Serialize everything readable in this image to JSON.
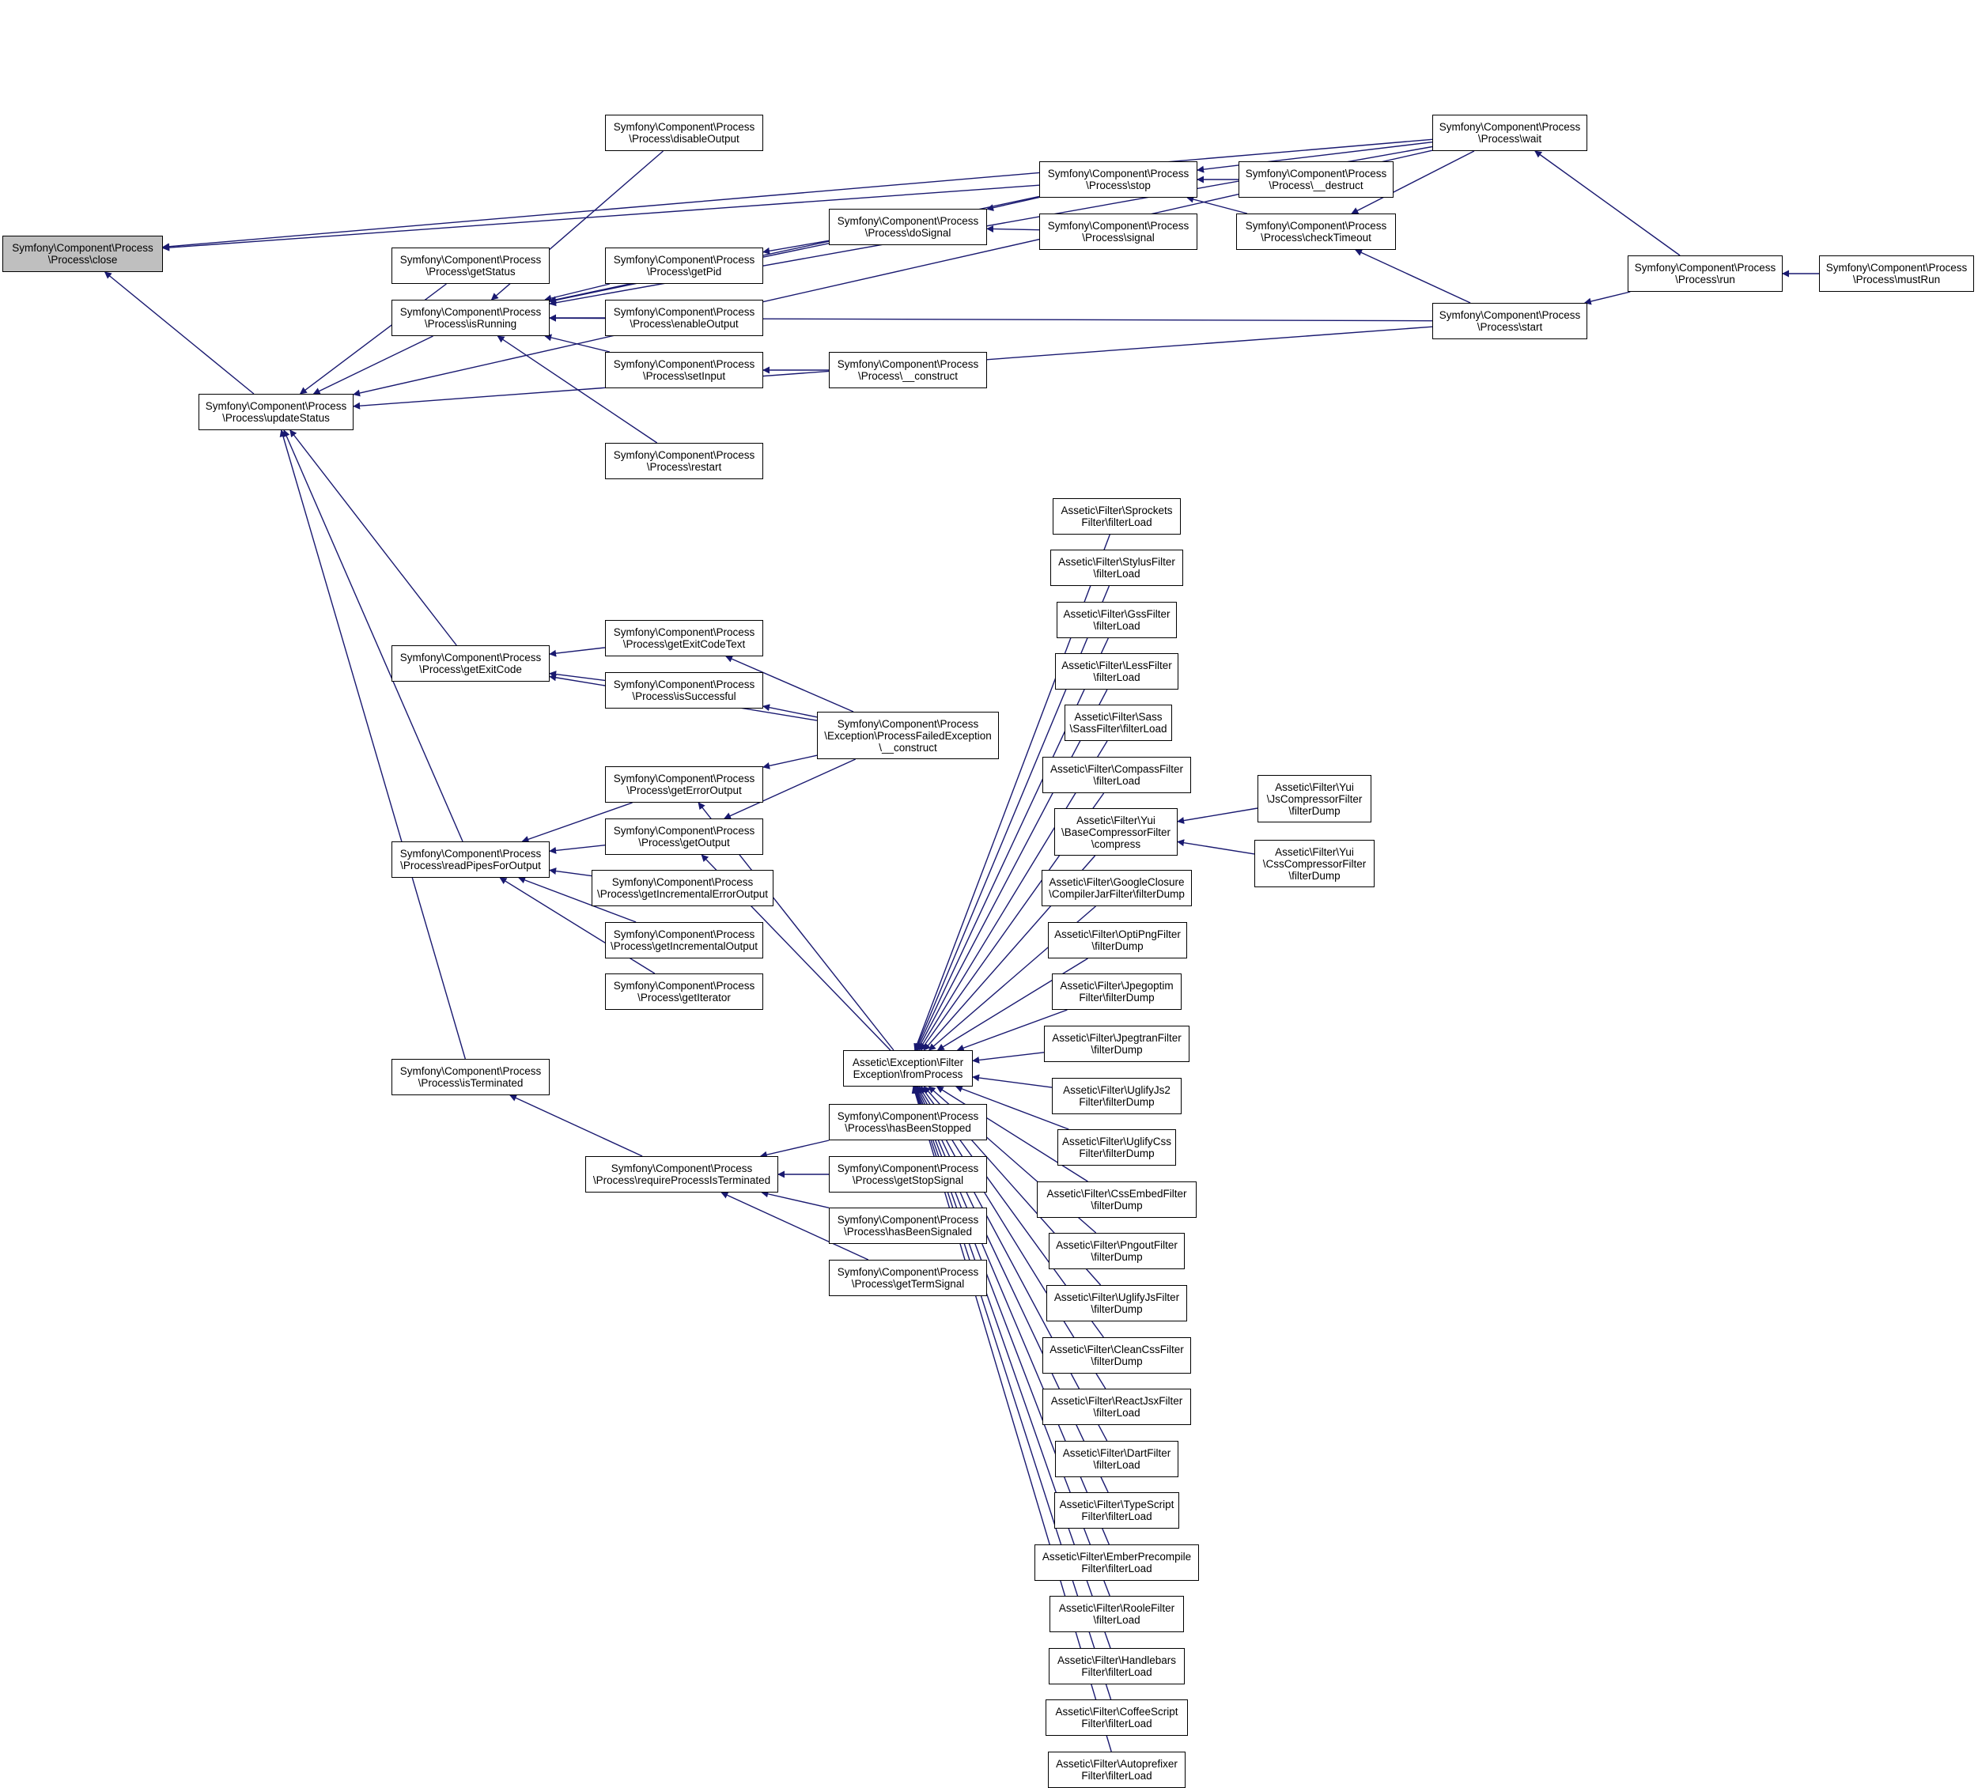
{
  "diagram": {
    "edge_color": "#191970",
    "root_fill": "#bfbfbf",
    "nodes": [
      {
        "id": "close",
        "lines": [
          "Symfony\\Component\\Process",
          "\\Process\\close"
        ]
      },
      {
        "id": "updateStatus",
        "lines": [
          "Symfony\\Component\\Process",
          "\\Process\\updateStatus"
        ]
      },
      {
        "id": "getStatus",
        "lines": [
          "Symfony\\Component\\Process",
          "\\Process\\getStatus"
        ]
      },
      {
        "id": "isRunning",
        "lines": [
          "Symfony\\Component\\Process",
          "\\Process\\isRunning"
        ]
      },
      {
        "id": "getExitCode",
        "lines": [
          "Symfony\\Component\\Process",
          "\\Process\\getExitCode"
        ]
      },
      {
        "id": "readPipesForOutput",
        "lines": [
          "Symfony\\Component\\Process",
          "\\Process\\readPipesForOutput"
        ]
      },
      {
        "id": "isTerminated",
        "lines": [
          "Symfony\\Component\\Process",
          "\\Process\\isTerminated"
        ]
      },
      {
        "id": "disableOutput",
        "lines": [
          "Symfony\\Component\\Process",
          "\\Process\\disableOutput"
        ]
      },
      {
        "id": "getPid",
        "lines": [
          "Symfony\\Component\\Process",
          "\\Process\\getPid"
        ]
      },
      {
        "id": "enableOutput",
        "lines": [
          "Symfony\\Component\\Process",
          "\\Process\\enableOutput"
        ]
      },
      {
        "id": "setInput",
        "lines": [
          "Symfony\\Component\\Process",
          "\\Process\\setInput"
        ]
      },
      {
        "id": "restart",
        "lines": [
          "Symfony\\Component\\Process",
          "\\Process\\restart"
        ]
      },
      {
        "id": "getExitCodeText",
        "lines": [
          "Symfony\\Component\\Process",
          "\\Process\\getExitCodeText"
        ]
      },
      {
        "id": "isSuccessful",
        "lines": [
          "Symfony\\Component\\Process",
          "\\Process\\isSuccessful"
        ]
      },
      {
        "id": "getErrorOutput",
        "lines": [
          "Symfony\\Component\\Process",
          "\\Process\\getErrorOutput"
        ]
      },
      {
        "id": "getOutput",
        "lines": [
          "Symfony\\Component\\Process",
          "\\Process\\getOutput"
        ]
      },
      {
        "id": "getIncrementalErrorOutput",
        "lines": [
          "Symfony\\Component\\Process",
          "\\Process\\getIncrementalErrorOutput"
        ]
      },
      {
        "id": "getIncrementalOutput",
        "lines": [
          "Symfony\\Component\\Process",
          "\\Process\\getIncrementalOutput"
        ]
      },
      {
        "id": "getIterator",
        "lines": [
          "Symfony\\Component\\Process",
          "\\Process\\getIterator"
        ]
      },
      {
        "id": "requireProcessIsTerminated",
        "lines": [
          "Symfony\\Component\\Process",
          "\\Process\\requireProcessIsTerminated"
        ]
      },
      {
        "id": "doSignal",
        "lines": [
          "Symfony\\Component\\Process",
          "\\Process\\doSignal"
        ]
      },
      {
        "id": "construct1",
        "lines": [
          "Symfony\\Component\\Process",
          "\\Process\\__construct"
        ]
      },
      {
        "id": "pfeConstruct",
        "lines": [
          "Symfony\\Component\\Process",
          "\\Exception\\ProcessFailedException",
          "\\__construct"
        ]
      },
      {
        "id": "fromProcess",
        "lines": [
          "Assetic\\Exception\\Filter",
          "Exception\\fromProcess"
        ]
      },
      {
        "id": "hasBeenStopped",
        "lines": [
          "Symfony\\Component\\Process",
          "\\Process\\hasBeenStopped"
        ]
      },
      {
        "id": "getStopSignal",
        "lines": [
          "Symfony\\Component\\Process",
          "\\Process\\getStopSignal"
        ]
      },
      {
        "id": "hasBeenSignaled",
        "lines": [
          "Symfony\\Component\\Process",
          "\\Process\\hasBeenSignaled"
        ]
      },
      {
        "id": "getTermSignal",
        "lines": [
          "Symfony\\Component\\Process",
          "\\Process\\getTermSignal"
        ]
      },
      {
        "id": "stop",
        "lines": [
          "Symfony\\Component\\Process",
          "\\Process\\stop"
        ]
      },
      {
        "id": "signal",
        "lines": [
          "Symfony\\Component\\Process",
          "\\Process\\signal"
        ]
      },
      {
        "id": "sprockets",
        "lines": [
          "Assetic\\Filter\\Sprockets",
          "Filter\\filterLoad"
        ]
      },
      {
        "id": "stylus",
        "lines": [
          "Assetic\\Filter\\StylusFilter",
          "\\filterLoad"
        ]
      },
      {
        "id": "gss",
        "lines": [
          "Assetic\\Filter\\GssFilter",
          "\\filterLoad"
        ]
      },
      {
        "id": "less",
        "lines": [
          "Assetic\\Filter\\LessFilter",
          "\\filterLoad"
        ]
      },
      {
        "id": "sass",
        "lines": [
          "Assetic\\Filter\\Sass",
          "\\SassFilter\\filterLoad"
        ]
      },
      {
        "id": "compass",
        "lines": [
          "Assetic\\Filter\\CompassFilter",
          "\\filterLoad"
        ]
      },
      {
        "id": "yuiBase",
        "lines": [
          "Assetic\\Filter\\Yui",
          "\\BaseCompressorFilter",
          "\\compress"
        ]
      },
      {
        "id": "googleClosure",
        "lines": [
          "Assetic\\Filter\\GoogleClosure",
          "\\CompilerJarFilter\\filterDump"
        ]
      },
      {
        "id": "optiPng",
        "lines": [
          "Assetic\\Filter\\OptiPngFilter",
          "\\filterDump"
        ]
      },
      {
        "id": "jpegoptim",
        "lines": [
          "Assetic\\Filter\\Jpegoptim",
          "Filter\\filterDump"
        ]
      },
      {
        "id": "jpegtran",
        "lines": [
          "Assetic\\Filter\\JpegtranFilter",
          "\\filterDump"
        ]
      },
      {
        "id": "uglifyJs2",
        "lines": [
          "Assetic\\Filter\\UglifyJs2",
          "Filter\\filterDump"
        ]
      },
      {
        "id": "uglifyCss",
        "lines": [
          "Assetic\\Filter\\UglifyCss",
          "Filter\\filterDump"
        ]
      },
      {
        "id": "cssEmbed",
        "lines": [
          "Assetic\\Filter\\CssEmbedFilter",
          "\\filterDump"
        ]
      },
      {
        "id": "pngout",
        "lines": [
          "Assetic\\Filter\\PngoutFilter",
          "\\filterDump"
        ]
      },
      {
        "id": "uglifyJs",
        "lines": [
          "Assetic\\Filter\\UglifyJsFilter",
          "\\filterDump"
        ]
      },
      {
        "id": "cleanCss",
        "lines": [
          "Assetic\\Filter\\CleanCssFilter",
          "\\filterDump"
        ]
      },
      {
        "id": "reactJsx",
        "lines": [
          "Assetic\\Filter\\ReactJsxFilter",
          "\\filterLoad"
        ]
      },
      {
        "id": "dart",
        "lines": [
          "Assetic\\Filter\\DartFilter",
          "\\filterLoad"
        ]
      },
      {
        "id": "typeScript",
        "lines": [
          "Assetic\\Filter\\TypeScript",
          "Filter\\filterLoad"
        ]
      },
      {
        "id": "emberPrecompile",
        "lines": [
          "Assetic\\Filter\\EmberPrecompile",
          "Filter\\filterLoad"
        ]
      },
      {
        "id": "roole",
        "lines": [
          "Assetic\\Filter\\RooleFilter",
          "\\filterLoad"
        ]
      },
      {
        "id": "handlebars",
        "lines": [
          "Assetic\\Filter\\Handlebars",
          "Filter\\filterLoad"
        ]
      },
      {
        "id": "coffeeScript",
        "lines": [
          "Assetic\\Filter\\CoffeeScript",
          "Filter\\filterLoad"
        ]
      },
      {
        "id": "autoprefixer",
        "lines": [
          "Assetic\\Filter\\Autoprefixer",
          "Filter\\filterLoad"
        ]
      },
      {
        "id": "destruct",
        "lines": [
          "Symfony\\Component\\Process",
          "\\Process\\__destruct"
        ]
      },
      {
        "id": "checkTimeout",
        "lines": [
          "Symfony\\Component\\Process",
          "\\Process\\checkTimeout"
        ]
      },
      {
        "id": "yuiJs",
        "lines": [
          "Assetic\\Filter\\Yui",
          "\\JsCompressorFilter",
          "\\filterDump"
        ]
      },
      {
        "id": "yuiCss",
        "lines": [
          "Assetic\\Filter\\Yui",
          "\\CssCompressorFilter",
          "\\filterDump"
        ]
      },
      {
        "id": "wait",
        "lines": [
          "Symfony\\Component\\Process",
          "\\Process\\wait"
        ]
      },
      {
        "id": "start",
        "lines": [
          "Symfony\\Component\\Process",
          "\\Process\\start"
        ]
      },
      {
        "id": "run",
        "lines": [
          "Symfony\\Component\\Process",
          "\\Process\\run"
        ]
      },
      {
        "id": "mustRun",
        "lines": [
          "Symfony\\Component\\Process",
          "\\Process\\mustRun"
        ]
      }
    ],
    "edges": [
      [
        "close",
        "updateStatus"
      ],
      [
        "close",
        "stop"
      ],
      [
        "close",
        "wait"
      ],
      [
        "updateStatus",
        "getStatus"
      ],
      [
        "updateStatus",
        "isRunning"
      ],
      [
        "updateStatus",
        "getExitCode"
      ],
      [
        "updateStatus",
        "readPipesForOutput"
      ],
      [
        "updateStatus",
        "isTerminated"
      ],
      [
        "updateStatus",
        "wait"
      ],
      [
        "updateStatus",
        "start"
      ],
      [
        "isRunning",
        "disableOutput"
      ],
      [
        "isRunning",
        "getPid"
      ],
      [
        "isRunning",
        "enableOutput"
      ],
      [
        "isRunning",
        "setInput"
      ],
      [
        "isRunning",
        "restart"
      ],
      [
        "isRunning",
        "stop"
      ],
      [
        "isRunning",
        "doSignal"
      ],
      [
        "isRunning",
        "wait"
      ],
      [
        "isRunning",
        "start"
      ],
      [
        "getExitCode",
        "getExitCodeText"
      ],
      [
        "getExitCode",
        "isSuccessful"
      ],
      [
        "getExitCode",
        "pfeConstruct"
      ],
      [
        "readPipesForOutput",
        "getErrorOutput"
      ],
      [
        "readPipesForOutput",
        "getOutput"
      ],
      [
        "readPipesForOutput",
        "getIncrementalErrorOutput"
      ],
      [
        "readPipesForOutput",
        "getIncrementalOutput"
      ],
      [
        "readPipesForOutput",
        "getIterator"
      ],
      [
        "isTerminated",
        "requireProcessIsTerminated"
      ],
      [
        "getPid",
        "doSignal"
      ],
      [
        "setInput",
        "construct1"
      ],
      [
        "getExitCodeText",
        "pfeConstruct"
      ],
      [
        "isSuccessful",
        "pfeConstruct"
      ],
      [
        "getErrorOutput",
        "pfeConstruct"
      ],
      [
        "getErrorOutput",
        "fromProcess"
      ],
      [
        "getOutput",
        "pfeConstruct"
      ],
      [
        "getOutput",
        "fromProcess"
      ],
      [
        "requireProcessIsTerminated",
        "hasBeenStopped"
      ],
      [
        "requireProcessIsTerminated",
        "getStopSignal"
      ],
      [
        "requireProcessIsTerminated",
        "hasBeenSignaled"
      ],
      [
        "requireProcessIsTerminated",
        "getTermSignal"
      ],
      [
        "doSignal",
        "stop"
      ],
      [
        "doSignal",
        "signal"
      ],
      [
        "stop",
        "destruct"
      ],
      [
        "stop",
        "checkTimeout"
      ],
      [
        "stop",
        "wait"
      ],
      [
        "checkTimeout",
        "wait"
      ],
      [
        "checkTimeout",
        "start"
      ],
      [
        "wait",
        "run"
      ],
      [
        "start",
        "run"
      ],
      [
        "run",
        "mustRun"
      ],
      [
        "yuiBase",
        "yuiJs"
      ],
      [
        "yuiBase",
        "yuiCss"
      ],
      [
        "fromProcess",
        "sprockets"
      ],
      [
        "fromProcess",
        "stylus"
      ],
      [
        "fromProcess",
        "gss"
      ],
      [
        "fromProcess",
        "less"
      ],
      [
        "fromProcess",
        "sass"
      ],
      [
        "fromProcess",
        "compass"
      ],
      [
        "fromProcess",
        "yuiBase"
      ],
      [
        "fromProcess",
        "googleClosure"
      ],
      [
        "fromProcess",
        "optiPng"
      ],
      [
        "fromProcess",
        "jpegoptim"
      ],
      [
        "fromProcess",
        "jpegtran"
      ],
      [
        "fromProcess",
        "uglifyJs2"
      ],
      [
        "fromProcess",
        "uglifyCss"
      ],
      [
        "fromProcess",
        "cssEmbed"
      ],
      [
        "fromProcess",
        "pngout"
      ],
      [
        "fromProcess",
        "uglifyJs"
      ],
      [
        "fromProcess",
        "cleanCss"
      ],
      [
        "fromProcess",
        "reactJsx"
      ],
      [
        "fromProcess",
        "dart"
      ],
      [
        "fromProcess",
        "typeScript"
      ],
      [
        "fromProcess",
        "emberPrecompile"
      ],
      [
        "fromProcess",
        "roole"
      ],
      [
        "fromProcess",
        "handlebars"
      ],
      [
        "fromProcess",
        "coffeeScript"
      ],
      [
        "fromProcess",
        "autoprefixer"
      ]
    ]
  }
}
